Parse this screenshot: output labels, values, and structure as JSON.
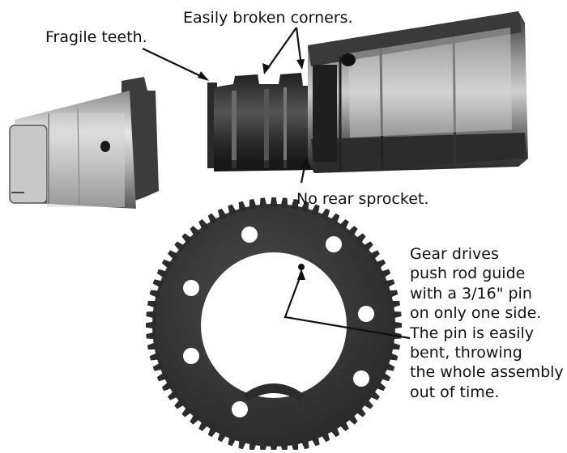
{
  "annotations": {
    "fragile_teeth": "Fragile teeth.",
    "broken_corners": "Easily broken corners.",
    "no_rear_sprocket": "No rear sprocket.",
    "gear_note_lines": [
      "Gear drives",
      "push rod guide",
      "with a 3/16\" pin",
      "on only one  side.",
      "The pin is easily",
      "bent, throwing",
      "the whole assembly",
      "out of time."
    ]
  },
  "colors": {
    "background": "#ffffff",
    "text": "#111111",
    "metal_dark": "#2b2b2b",
    "metal_light": "#bdbdbd",
    "gear": "#3a3a3a"
  }
}
